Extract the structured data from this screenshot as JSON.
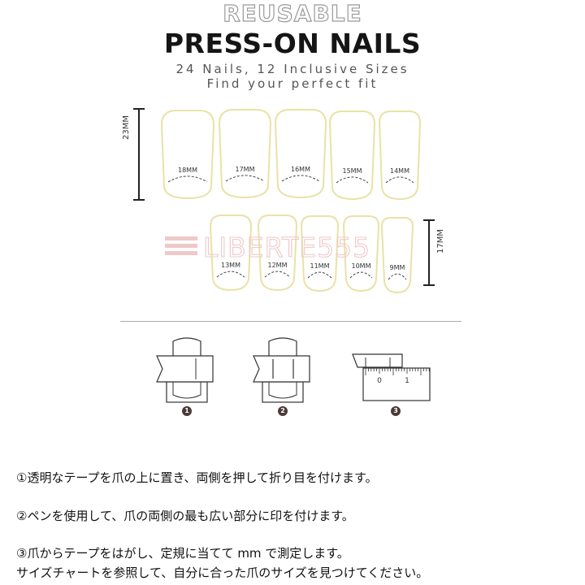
{
  "header": {
    "reusable": "REUSABLE",
    "title": "PRESS-ON NAILS",
    "subtitle_1": "24 Nails, 12 Inclusive Sizes",
    "subtitle_2": "Find your perfect fit"
  },
  "chart": {
    "row1_height_label": "23MM",
    "row2_height_label": "17MM",
    "row1_sizes": [
      "18MM",
      "17MM",
      "16MM",
      "15MM",
      "14MM"
    ],
    "row2_sizes": [
      "13MM",
      "12MM",
      "11MM",
      "10MM",
      "9MM"
    ],
    "watermark": "LIBERTE555",
    "nail_outline_color": "#e9e2a6",
    "watermark_color": "#f0c8c8"
  },
  "steps": {
    "step_1": "1",
    "step_2": "2",
    "step_3": "3",
    "ruler_ticks": [
      "0",
      "1"
    ]
  },
  "instructions": [
    "①透明なテープを爪の上に置き、両側を押して折り目を付けます。",
    "②ペンを使用して、爪の両側の最も広い部分に印を付けます。",
    "③爪からテープをはがし、定規に当てて mm で測定します。",
    "サイズチャートを参照して、自分に合った爪のサイズを見つけてください。"
  ]
}
